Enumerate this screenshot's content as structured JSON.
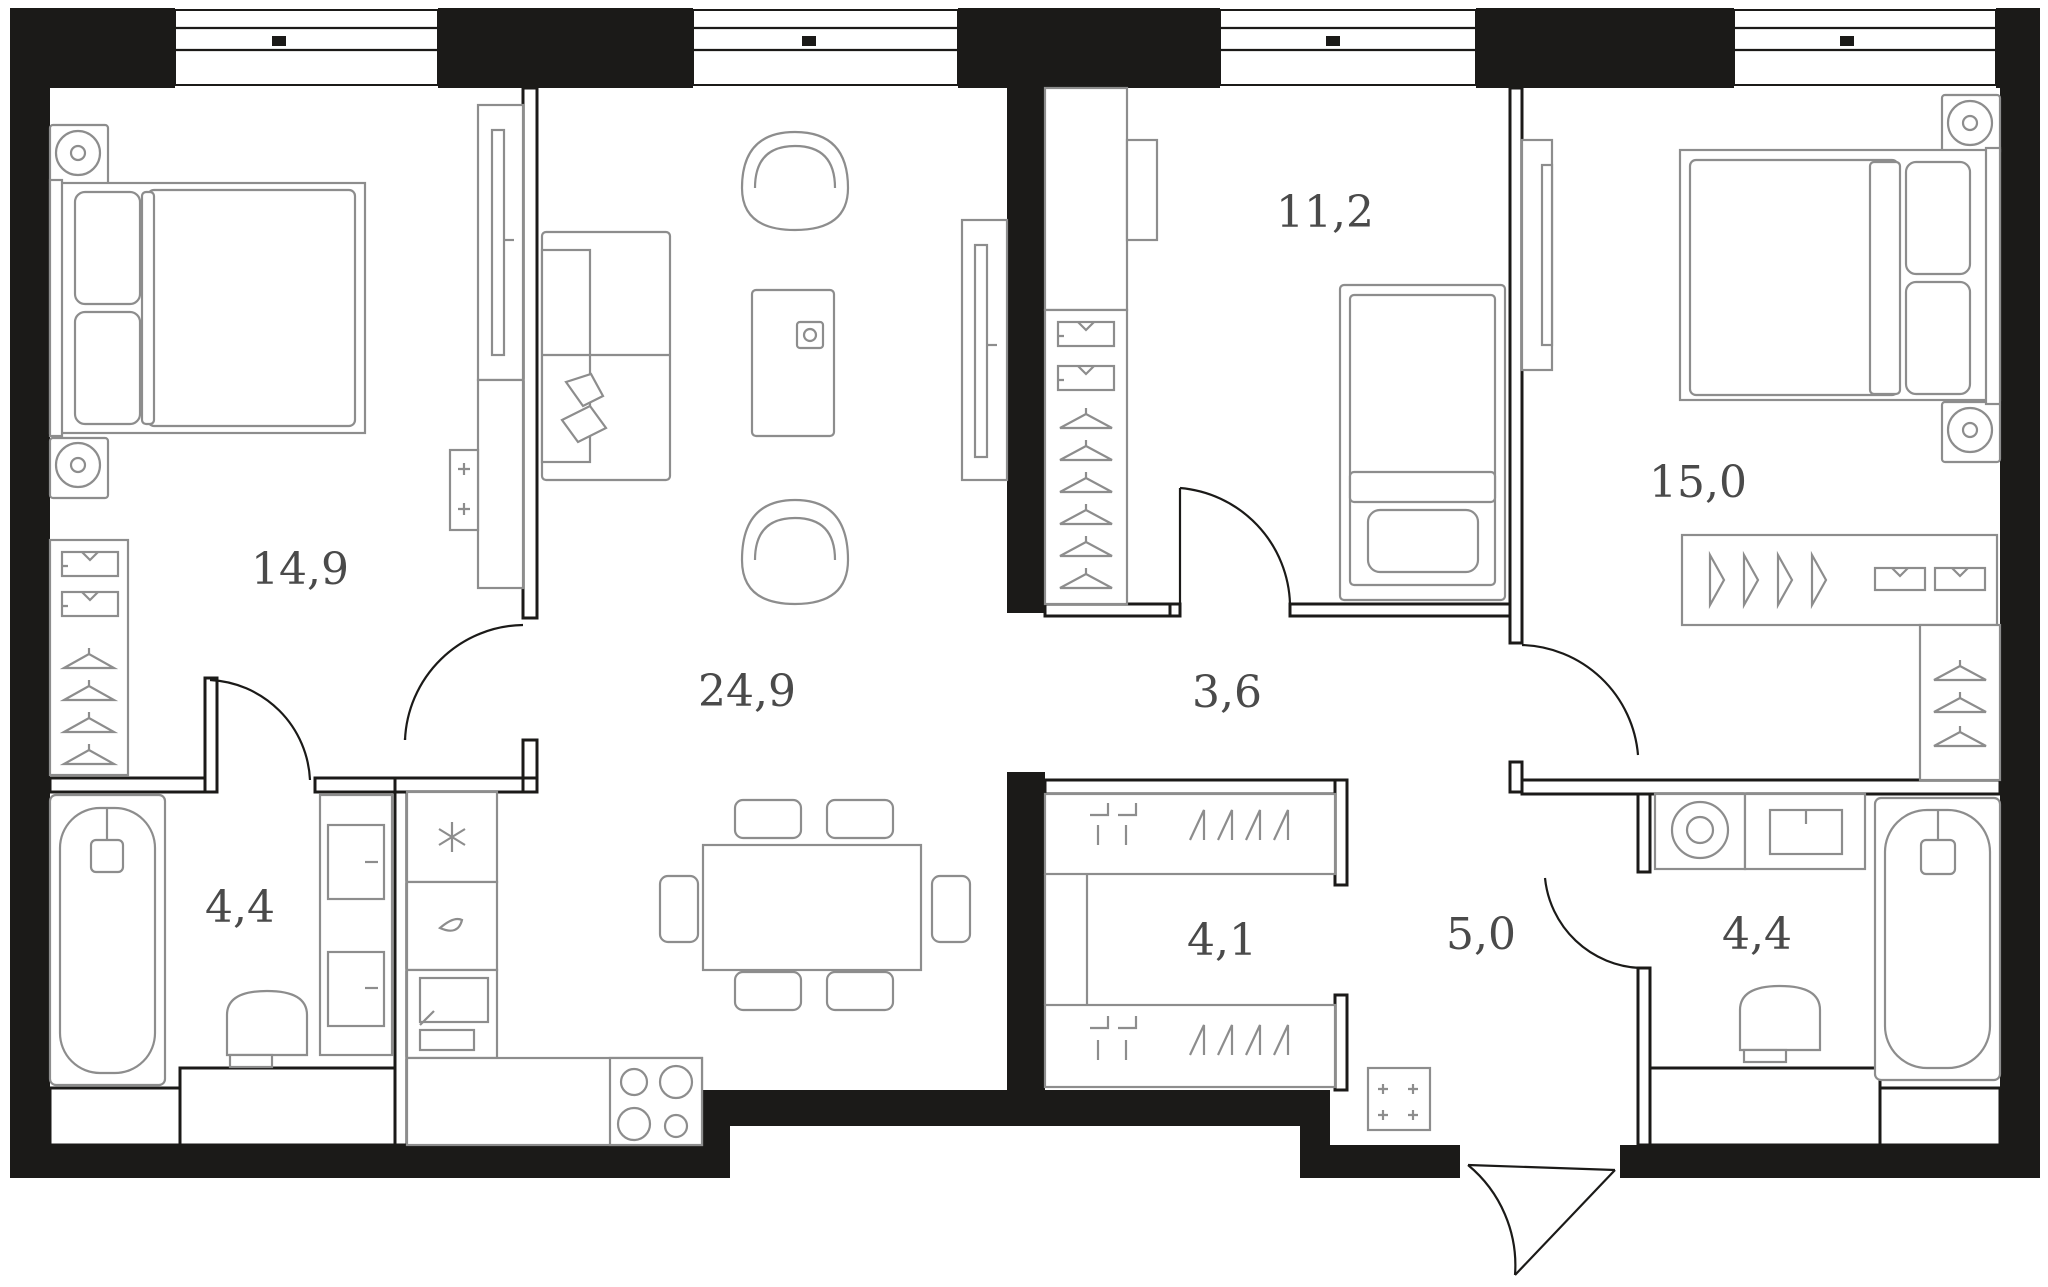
{
  "rooms": [
    {
      "id": "bedroom-left",
      "area": "14,9"
    },
    {
      "id": "living-kitchen",
      "area": "24,9"
    },
    {
      "id": "bedroom-small",
      "area": "11,2"
    },
    {
      "id": "bedroom-right",
      "area": "15,0"
    },
    {
      "id": "corridor",
      "area": "3,6"
    },
    {
      "id": "bathroom-left",
      "area": "4,4"
    },
    {
      "id": "wardrobe",
      "area": "4,1"
    },
    {
      "id": "hall",
      "area": "5,0"
    },
    {
      "id": "bathroom-right",
      "area": "4,4"
    }
  ],
  "colors": {
    "wall": "#1b1a18",
    "furniture": "#8d8d8d",
    "label": "#4a4a4a",
    "background": "#ffffff"
  }
}
